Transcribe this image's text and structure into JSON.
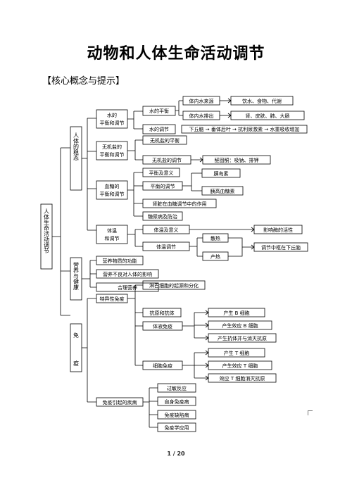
{
  "title": "动物和人体生命活动调节",
  "section_header": "【核心概念与提示】",
  "root": "人体生命活动调节",
  "branches": {
    "steady_state": "人体的稳态",
    "nutrition": "营养与健康",
    "immunity_a": "免",
    "immunity_b": "疫"
  },
  "nodes": {
    "water": "水的\n平衡和调节",
    "water_balance": "水的平衡",
    "water_source": "体内水来源",
    "water_source_detail": "饮水、食物、代谢",
    "water_out": "体内水排出",
    "water_out_detail": "肾、皮肤、肺、大肠",
    "water_reg": "水的调节",
    "water_chain": [
      "下丘脑",
      "垂体后叶",
      "抗利尿激素",
      "水重吸收增加"
    ],
    "salt": "无机盐的\n平衡和调节",
    "salt_balance": "无机盐的平衡",
    "salt_reg": "无机盐的调节",
    "salt_reg_detail": "醛固酮：吸钠、排钾",
    "glucose": "血糖的\n平衡和调节",
    "glucose_meaning": "平衡及意义",
    "glucose_reg": "平衡的调节",
    "insulin": "胰岛素",
    "glucagon": "胰高血糖素",
    "liver_role": "肾脏在血糖调节中的作用",
    "diabetes": "糖尿病及防治",
    "temp": "体温\n和调节",
    "temp_meaning": "体温及意义",
    "enzyme_activity": "影响酶的活性",
    "temp_reg": "体温调节",
    "heat_loss": "散热",
    "heat_gen": "产热",
    "hypothalamus": "调节中枢在下丘脑",
    "nutrient_func": "营养物质的功能",
    "malnutrition": "营养不良对人体的影响",
    "rational_nutrition": "合理营养",
    "specific_immunity": "特异性免疫",
    "lymph_origin": "淋巴细胞的起源和分化",
    "antigen_antibody": "抗原和抗体",
    "humoral": "体液免疫",
    "b_cell": "产生 B 细胞",
    "b_effector": "产生效应 B 细胞",
    "antibody_kill": "产生抗体并与消灭抗原",
    "cellular": "细胞免疫",
    "t_cell": "产生 T 细胞",
    "t_effector": "产生效应 T 细胞",
    "t_kill": "效应 T 细胞消灭抗原",
    "immune_disease": "免疫引起的疾病",
    "allergy": "过敏反应",
    "autoimmune": "自身免疫病",
    "immunodeficiency": "免疫缺陷病",
    "immunology_app": "免疫学应用"
  },
  "page_number": "1 / 20"
}
